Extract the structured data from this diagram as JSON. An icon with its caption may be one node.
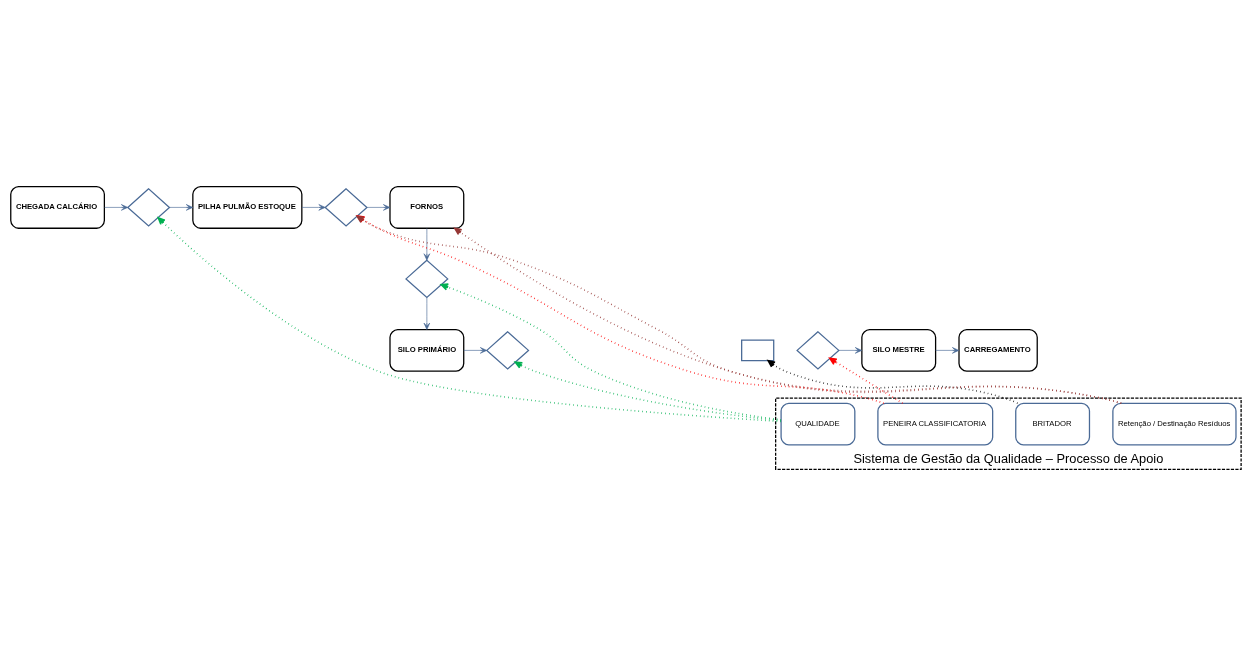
{
  "diagram": {
    "nodes": [
      {
        "text": [
          "CHEGADA CALCÁRIO"
        ]
      },
      {
        "text": [],
        "shape": "diamond"
      },
      {
        "text": [
          "PILHA PULMÃO ESTOQUE"
        ]
      },
      {
        "text": [],
        "shape": "diamond"
      },
      {
        "text": [
          "FORNOS"
        ]
      },
      {
        "text": [],
        "shape": "diamond"
      },
      {
        "text": [
          "SILO PRIMÁRIO"
        ]
      },
      {
        "text": [],
        "shape": "diamond"
      },
      {
        "text": [],
        "shape": "box"
      },
      {
        "text": [],
        "shape": "diamond"
      },
      {
        "text": [
          "SILO MESTRE"
        ]
      },
      {
        "text": [
          "CARREGAMENTO"
        ]
      },
      {
        "text": [
          "Sistema de Gestão da Qualidade – Processo de Apoio"
        ]
      },
      {
        "text": [
          "QUALIDADE"
        ],
        "in": 12
      },
      {
        "text": [
          "PENEIRA CLASSIFICATORIA"
        ],
        "in": 12
      },
      {
        "text": [
          "BRITADOR"
        ],
        "in": 12
      },
      {
        "text": [
          "Retenção / Destinação Resíduos"
        ],
        "in": 12
      }
    ],
    "edges": [
      {
        "from": 0,
        "to": 1,
        "arrow": "to"
      },
      {
        "from": 1,
        "to": 2,
        "arrow": "to"
      },
      {
        "from": 2,
        "to": 3,
        "arrow": "to"
      },
      {
        "from": 3,
        "to": 4,
        "arrow": "to"
      },
      {
        "from": 4,
        "to": 5,
        "arrow": "to"
      },
      {
        "from": 5,
        "to": 6,
        "arrow": "to"
      },
      {
        "from": 6,
        "to": 7,
        "arrow": "to"
      },
      {
        "from": 9,
        "to": 10,
        "arrow": "to"
      },
      {
        "from": 10,
        "to": 11,
        "arrow": "to"
      },
      {
        "from": 13,
        "to": 1,
        "arrow": "to",
        "style": "dashed",
        "color": "#00b050"
      },
      {
        "from": 13,
        "to": 5,
        "arrow": "to",
        "style": "dashed",
        "color": "#00b050"
      },
      {
        "from": 13,
        "to": 7,
        "arrow": "to",
        "style": "dashed",
        "color": "#00b050"
      },
      {
        "from": 14,
        "to": 3,
        "arrow": "to",
        "style": "dashed",
        "color": "#ff0000"
      },
      {
        "from": 14,
        "to": 9,
        "arrow": "to",
        "style": "dashed",
        "color": "#ff0000"
      },
      {
        "from": 15,
        "to": 8,
        "arrow": "to",
        "style": "dashed",
        "color": "#000000"
      },
      {
        "from": 16,
        "to": 4,
        "arrow": "to",
        "style": "dashed",
        "color": "#953735"
      },
      {
        "from": 16,
        "to": 3,
        "arrow": "to",
        "style": "dashed",
        "color": "#953735"
      }
    ]
  }
}
